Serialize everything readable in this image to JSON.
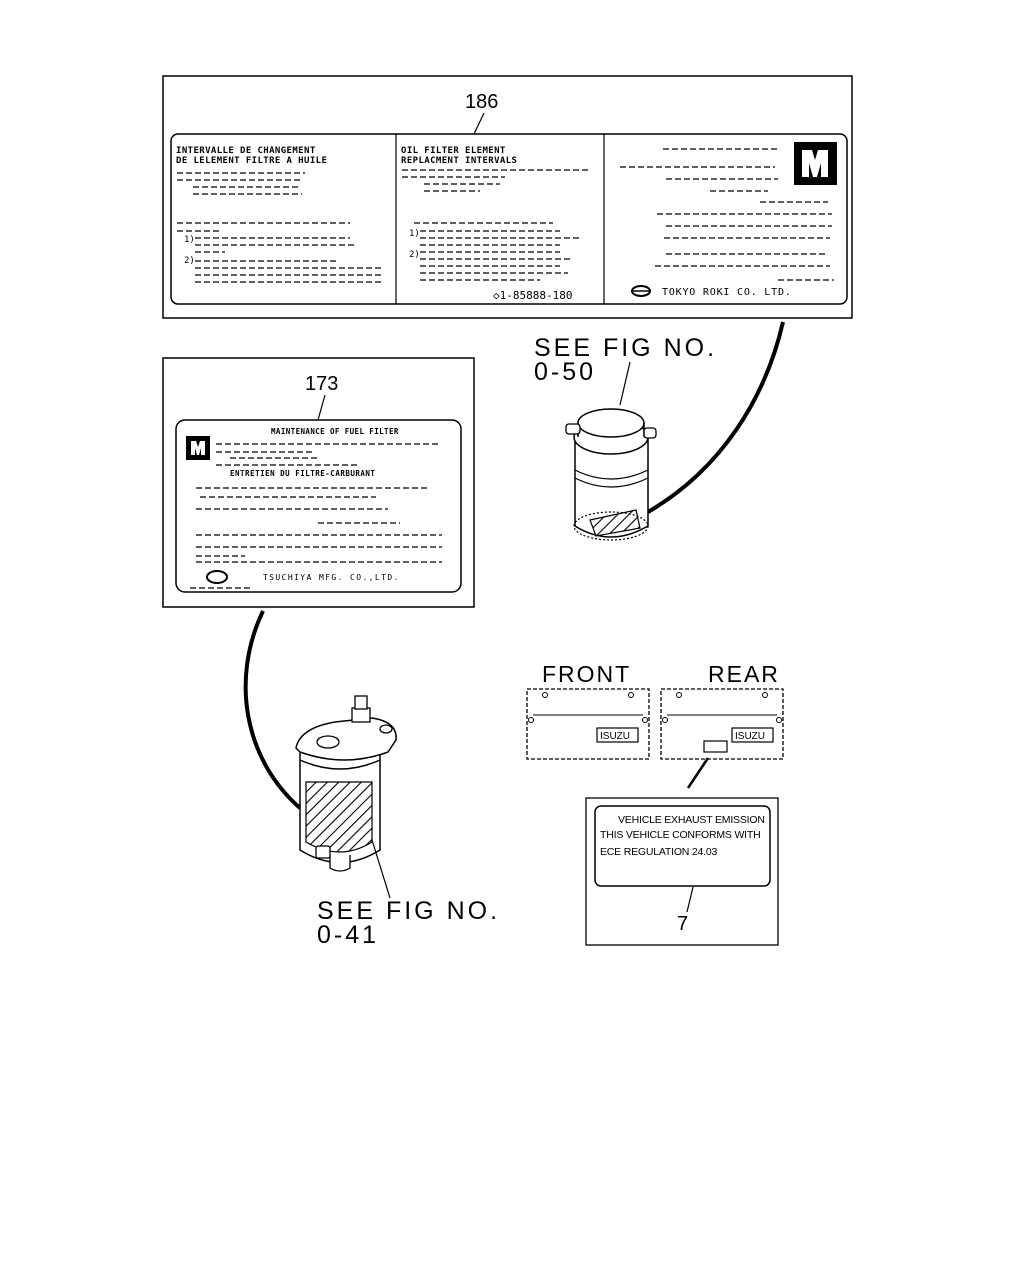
{
  "label186": {
    "callout": "186",
    "left_heading_1": "INTERVALLE DE CHANGEMENT",
    "left_heading_2": "DE LELEMENT FILTRE A HUILE",
    "mid_heading_1": "OIL FILTER ELEMENT",
    "mid_heading_2": "REPLACMENT INTERVALS",
    "item_1": "1)",
    "item_2": "2)",
    "part_number": "◇1-85888-180",
    "maker": "TOKYO ROKI CO. LTD."
  },
  "label173": {
    "callout": "173",
    "title_en": "MAINTENANCE OF FUEL FILTER",
    "title_fr": "ENTRETIEN DU FILTRE-CARBURANT",
    "maker": "TSUCHIYA MFG. CO.,LTD."
  },
  "refs": {
    "oil_filter_line1": "SEE FIG NO.",
    "oil_filter_line2": "0-50",
    "fuel_filter_line1": "SEE FIG NO.",
    "fuel_filter_line2": "0-41"
  },
  "covers": {
    "front": "FRONT",
    "rear": "REAR",
    "badge": "ISUZU"
  },
  "label7": {
    "callout": "7",
    "line1": "VEHICLE EXHAUST EMISSION",
    "line2": "THIS VEHICLE CONFORMS WITH",
    "line3": "ECE REGULATION 24.03"
  },
  "icons": [
    "isuzu-logo-icon",
    "tokyo-roki-logo-icon",
    "tsuchiya-logo-icon"
  ]
}
